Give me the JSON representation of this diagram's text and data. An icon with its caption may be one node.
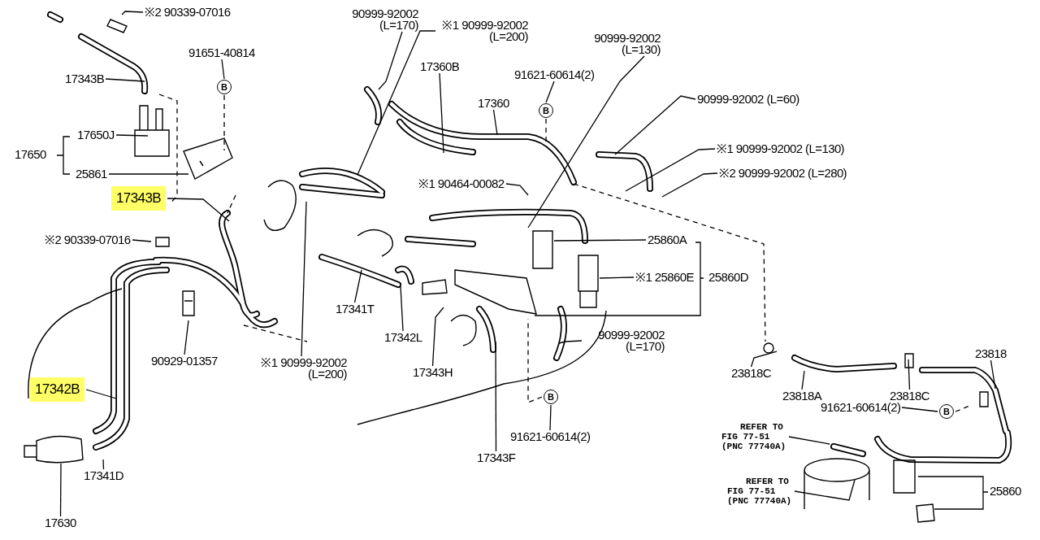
{
  "diagram": {
    "nodes": [
      {
        "text": [
          "※2 90339-07016"
        ]
      },
      {
        "text": [
          "90999-92002 (L=170)"
        ]
      },
      {
        "text": [
          "※1 90999-92002 (L=200)"
        ]
      },
      {
        "text": [
          "17343B"
        ]
      },
      {
        "text": [
          "91651-40814"
        ]
      },
      {
        "text": [
          "B"
        ]
      },
      {
        "text": [
          "17360B"
        ]
      },
      {
        "text": [
          "90999-92002 (L=130)"
        ]
      },
      {
        "text": [
          "91621-60614(2)"
        ]
      },
      {
        "text": [
          "B"
        ]
      },
      {
        "text": [
          "17360"
        ]
      },
      {
        "text": [
          "90999-92002 (L=60)"
        ]
      },
      {
        "text": [
          "17650J"
        ]
      },
      {
        "text": [
          "17650"
        ]
      },
      {
        "text": [
          "※1 90999-92002 (L=130)"
        ]
      },
      {
        "text": [
          "25861"
        ]
      },
      {
        "text": [
          "※1 90464-00082"
        ]
      },
      {
        "text": [
          "※2 90999-92002 (L=280)"
        ]
      },
      {
        "text": [
          "17343B"
        ]
      },
      {
        "text": [
          "※2 90339-07016"
        ]
      },
      {
        "text": [
          "25860A"
        ]
      },
      {
        "text": [
          "※1 25860E"
        ]
      },
      {
        "text": [
          "25860D"
        ]
      },
      {
        "text": [
          "17341T"
        ]
      },
      {
        "text": [
          "17342L"
        ]
      },
      {
        "text": [
          "90999-92002 (L=170)"
        ]
      },
      {
        "text": [
          "17343H"
        ]
      },
      {
        "text": [
          "90929-01357"
        ]
      },
      {
        "text": [
          "※1 90999-92002 (L=200)"
        ]
      },
      {
        "text": [
          "23818C"
        ]
      },
      {
        "text": [
          "23818A"
        ]
      },
      {
        "text": [
          "23818C"
        ]
      },
      {
        "text": [
          "23818"
        ]
      },
      {
        "text": [
          "17342B"
        ]
      },
      {
        "text": [
          "B"
        ]
      },
      {
        "text": [
          "91621-60614(2)"
        ]
      },
      {
        "text": [
          "91621-60614(2)"
        ]
      },
      {
        "text": [
          "B"
        ]
      },
      {
        "text": [
          "REFER TO FIG 77-51 (PNC 77740A)"
        ]
      },
      {
        "text": [
          "17343F"
        ]
      },
      {
        "text": [
          "25860"
        ]
      },
      {
        "text": [
          "REFER TO FIG 77-51 (PNC 77740A)"
        ]
      },
      {
        "text": [
          "17341D"
        ]
      },
      {
        "text": [
          "17630"
        ]
      }
    ],
    "edges": [
      {
        "from": 0,
        "to": null,
        "arrow": "none"
      },
      {
        "from": 1,
        "to": null,
        "arrow": "none"
      },
      {
        "from": 2,
        "to": null,
        "arrow": "none"
      },
      {
        "from": 3,
        "to": null,
        "arrow": "none"
      },
      {
        "from": 4,
        "to": 5,
        "arrow": "none"
      },
      {
        "from": 5,
        "to": null,
        "arrow": "none",
        "style": "dashed"
      },
      {
        "from": 6,
        "to": null,
        "arrow": "none"
      },
      {
        "from": 7,
        "to": null,
        "arrow": "none"
      },
      {
        "from": 8,
        "to": 9,
        "arrow": "none"
      },
      {
        "from": 9,
        "to": null,
        "arrow": "none",
        "style": "dashed"
      },
      {
        "from": 10,
        "to": null,
        "arrow": "none"
      },
      {
        "from": 11,
        "to": null,
        "arrow": "none"
      },
      {
        "from": 12,
        "to": null,
        "arrow": "none"
      },
      {
        "from": 14,
        "to": null,
        "arrow": "none"
      },
      {
        "from": 15,
        "to": null,
        "arrow": "none"
      },
      {
        "from": 16,
        "to": null,
        "arrow": "none"
      },
      {
        "from": 17,
        "to": null,
        "arrow": "none"
      },
      {
        "from": 18,
        "to": null,
        "arrow": "none"
      },
      {
        "from": 19,
        "to": null,
        "arrow": "none"
      },
      {
        "from": 20,
        "to": null,
        "arrow": "none"
      },
      {
        "from": 21,
        "to": null,
        "arrow": "none"
      },
      {
        "from": 23,
        "to": null,
        "arrow": "none"
      },
      {
        "from": 24,
        "to": null,
        "arrow": "none"
      },
      {
        "from": 25,
        "to": null,
        "arrow": "none"
      },
      {
        "from": 26,
        "to": null,
        "arrow": "none"
      },
      {
        "from": 27,
        "to": null,
        "arrow": "none"
      },
      {
        "from": 28,
        "to": null,
        "arrow": "none"
      },
      {
        "from": 29,
        "to": null,
        "arrow": "none"
      },
      {
        "from": 30,
        "to": null,
        "arrow": "none"
      },
      {
        "from": 31,
        "to": null,
        "arrow": "none"
      },
      {
        "from": 32,
        "to": null,
        "arrow": "none"
      },
      {
        "from": 33,
        "to": null,
        "arrow": "none"
      },
      {
        "from": 35,
        "to": 34,
        "arrow": "none"
      },
      {
        "from": 34,
        "to": null,
        "arrow": "none",
        "style": "dashed"
      },
      {
        "from": 36,
        "to": 37,
        "arrow": "none"
      },
      {
        "from": 37,
        "to": null,
        "arrow": "none",
        "style": "dashed"
      },
      {
        "from": 38,
        "to": null,
        "arrow": "none"
      },
      {
        "from": 39,
        "to": null,
        "arrow": "none"
      },
      {
        "from": 41,
        "to": null,
        "arrow": "none"
      },
      {
        "from": 42,
        "to": null,
        "arrow": "none"
      },
      {
        "from": 43,
        "to": null,
        "arrow": "none"
      }
    ]
  }
}
